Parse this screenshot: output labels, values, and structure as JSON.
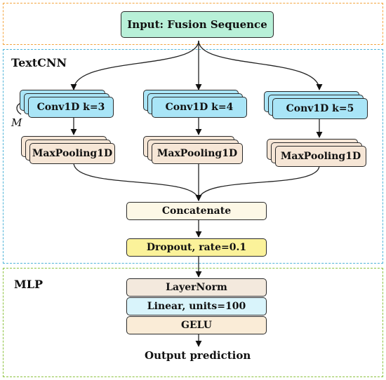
{
  "input": "Input: Fusion Sequence",
  "textcnn": {
    "label": "TextCNN",
    "conv": [
      "Conv1D k=3",
      "Conv1D k=4",
      "Conv1D k=5"
    ],
    "pool": [
      "MaxPooling1D",
      "MaxPooling1D",
      "MaxPooling1D"
    ],
    "m_label": "M",
    "concat": "Concatenate",
    "dropout": "Dropout, rate=0.1"
  },
  "mlp": {
    "label": "MLP",
    "layernorm": "LayerNorm",
    "linear": "Linear, units=100",
    "gelu": "GELU"
  },
  "output": "Output prediction",
  "colors": {
    "input_fill": "#b8f0d8",
    "conv_fill": "#a9e5f7",
    "pool_fill": "#f6e6d6",
    "concat_fill": "#fdf8e6",
    "dropout_fill": "#fbf29a",
    "layernorm_fill": "#f3e9dd",
    "linear_fill": "#d9f4fb",
    "gelu_fill": "#faecd7",
    "region_top": "#f4a540",
    "region_textcnn": "#4fb4d8",
    "region_mlp": "#8cc23f"
  }
}
